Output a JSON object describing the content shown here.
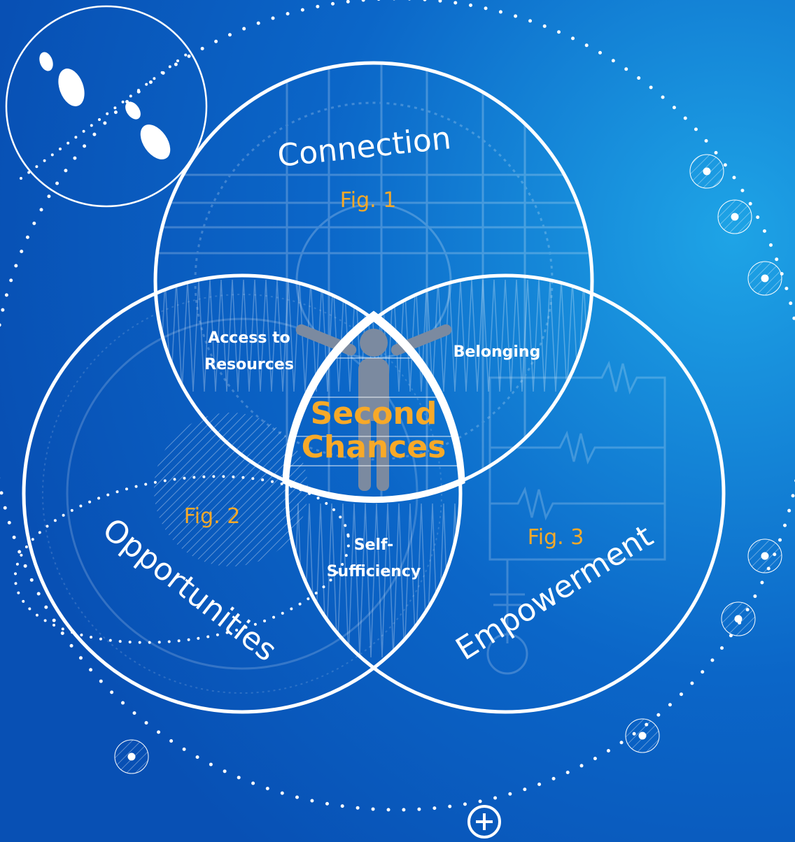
{
  "diagram": {
    "circles": {
      "top": "Connection",
      "left": "Opportunities",
      "right": "Empowerment"
    },
    "figures": {
      "top": "Fig. 1",
      "left": "Fig. 2",
      "right": "Fig. 3"
    },
    "overlaps": {
      "top_left": "Access to\nResources",
      "top_left_line1": "Access to",
      "top_left_line2": "Resources",
      "top_right": "Belonging",
      "bottom": "Self-\nSufficiency",
      "bottom_line1": "Self-",
      "bottom_line2": "Sufficiency"
    },
    "center": {
      "line1": "Second",
      "line2": "Chances"
    }
  },
  "colors": {
    "background": "#0a5cc0",
    "background_light": "#1c9be0",
    "line": "#ffffff",
    "accent": "#f7a928",
    "figure": "#7b8aa0"
  },
  "icons": [
    "footprints-icon",
    "plus-circle-icon",
    "target-dot-icon",
    "human-figure-icon",
    "resistor-circuit-icon"
  ]
}
